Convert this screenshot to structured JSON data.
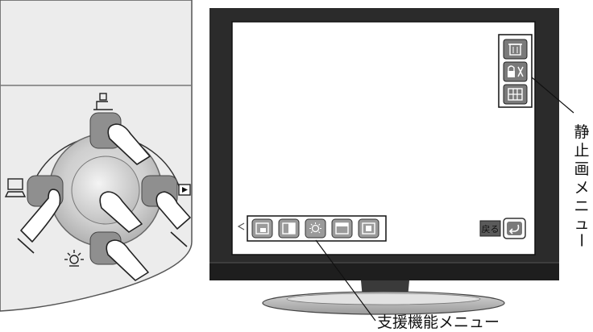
{
  "labels": {
    "still_menu": [
      "静",
      "止",
      "画",
      "メ",
      "ニ",
      "ュ",
      "ー"
    ],
    "support_menu": "支援機能メニュー",
    "back": "戻る"
  },
  "colors": {
    "panel": "#ececec",
    "bezel": "#2b2b2b",
    "screen": "#ffffff",
    "button_gray": "#8f8f8f",
    "button_dark": "#3a3a3a"
  }
}
